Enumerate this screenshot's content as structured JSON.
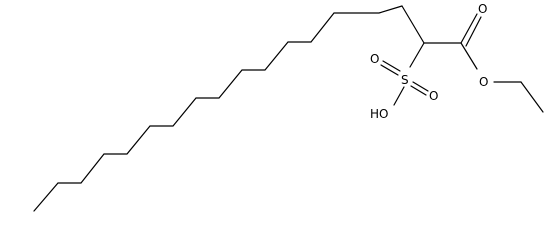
{
  "atoms": {
    "carbonyl_oxygen": "O",
    "ester_oxygen": "O",
    "sulfur": "S",
    "sulfonyl_oxygen_upper": "O",
    "sulfonyl_oxygen_lower": "O",
    "hydroxyl": "HO"
  }
}
